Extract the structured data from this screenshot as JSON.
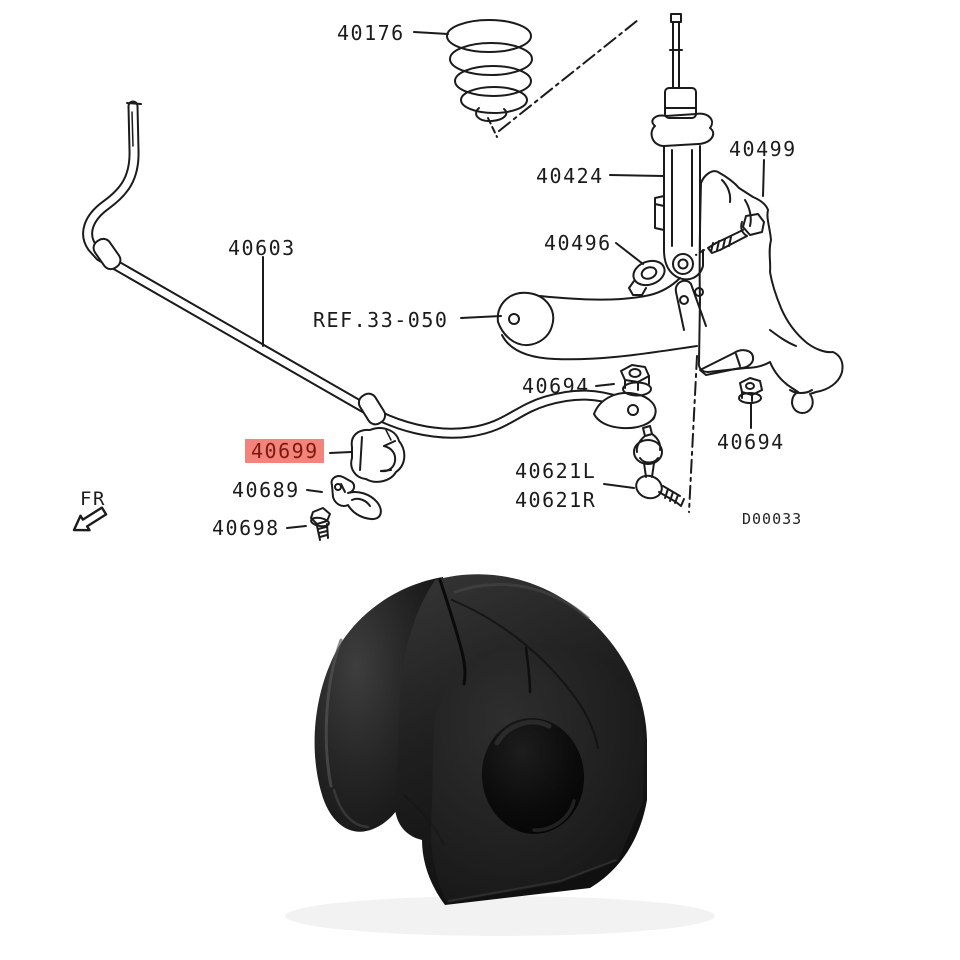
{
  "diagram": {
    "part_labels": [
      {
        "text": "40176",
        "highlighted": false
      },
      {
        "text": "40424",
        "highlighted": false
      },
      {
        "text": "40499",
        "highlighted": false
      },
      {
        "text": "40496",
        "highlighted": false
      },
      {
        "text": "REF.33-050",
        "highlighted": false
      },
      {
        "text": "40603",
        "highlighted": false
      },
      {
        "text": "40694",
        "highlighted": false
      },
      {
        "text": "40694",
        "highlighted": false
      },
      {
        "text": "40699",
        "highlighted": true
      },
      {
        "text": "40689",
        "highlighted": false
      },
      {
        "text": "40698",
        "highlighted": false
      },
      {
        "text": "40621L",
        "highlighted": false
      },
      {
        "text": "40621R",
        "highlighted": false
      }
    ],
    "direction_label": "FR",
    "drawing_code": "D00033",
    "highlight": {
      "background": "#f2847b",
      "text_color": "#7c190f"
    },
    "line_color": "#1b1b1b"
  },
  "photo": {
    "subject": "stabilizer bar rubber bushing",
    "rubber_color": "#1e1e1e",
    "background": "#ffffff"
  }
}
